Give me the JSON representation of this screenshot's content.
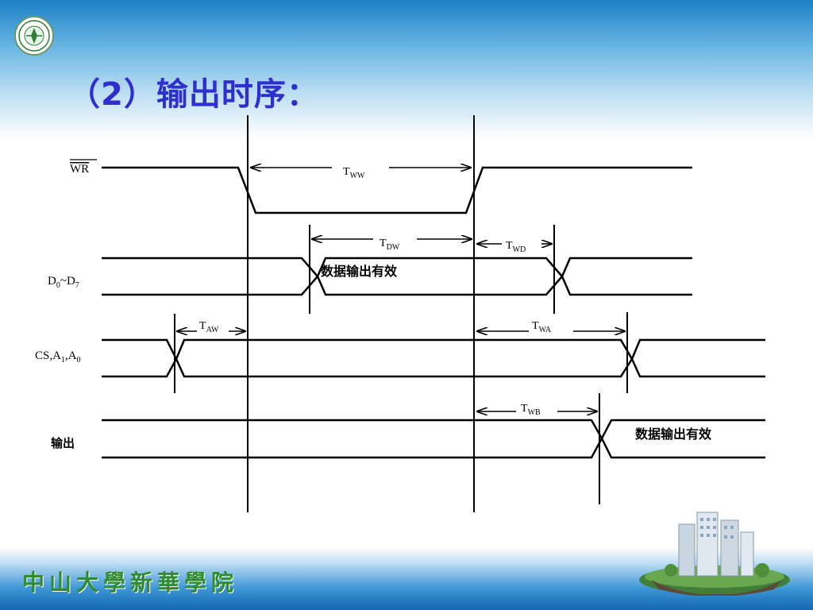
{
  "slide": {
    "title": "（2）输出时序：",
    "footer_school": "中山大學新華學院",
    "logo_icon": "school-emblem-icon",
    "decoration_icon": "island-buildings-icon"
  },
  "diagram": {
    "signals": [
      {
        "id": "wr",
        "label": "WR",
        "overline": true
      },
      {
        "id": "data",
        "label_main": "D",
        "label_sub0": "0",
        "label_mid": "~D",
        "label_sub1": "7"
      },
      {
        "id": "cs",
        "label_main": "CS,A",
        "label_sub0": "1",
        "label_mid": ",A",
        "label_sub1": "0"
      },
      {
        "id": "out",
        "label": "输出"
      }
    ],
    "data_valid_text": "数据输出有效",
    "output_valid_text": "数据输出有效",
    "timings": [
      {
        "id": "tww",
        "main": "T",
        "sub": "WW"
      },
      {
        "id": "tdw",
        "main": "T",
        "sub": "DW"
      },
      {
        "id": "twd",
        "main": "T",
        "sub": "WD"
      },
      {
        "id": "taw",
        "main": "T",
        "sub": "AW"
      },
      {
        "id": "twa",
        "main": "T",
        "sub": "WA"
      },
      {
        "id": "twb",
        "main": "T",
        "sub": "WB"
      }
    ]
  },
  "colors": {
    "title": "#2f2fcf",
    "footer_text": "#2e8b2e",
    "header_blue": "#1c7fc4",
    "line": "#000000"
  }
}
